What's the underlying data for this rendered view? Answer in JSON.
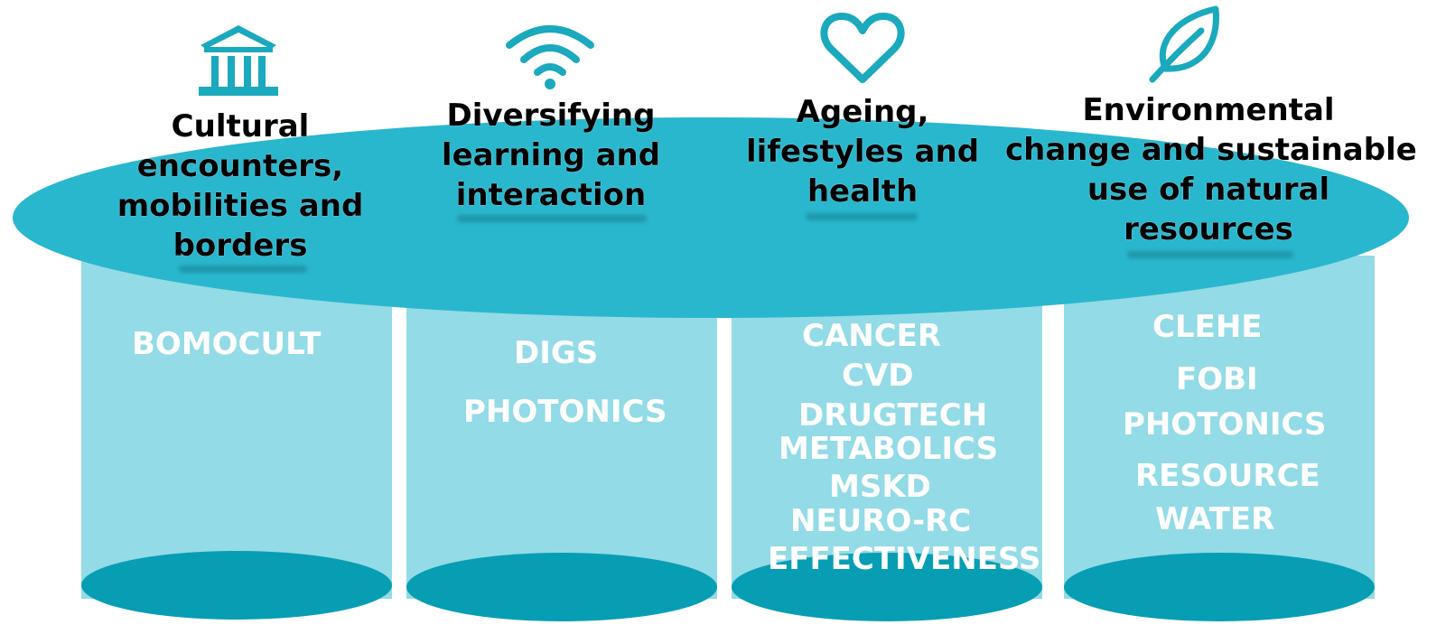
{
  "colors": {
    "band": "#29b7cd",
    "pillar": "#93dbe6",
    "pillar_base": "#079eb4",
    "icon": "#1aa9bd",
    "title_text": "#000000",
    "project_text": "#ffffff"
  },
  "pillars": [
    {
      "icon": "museum-icon",
      "title_lines": [
        "Cultural",
        "encounters,",
        "mobilities and",
        "borders"
      ],
      "projects": [
        "BOMOCULT"
      ]
    },
    {
      "icon": "wifi-icon",
      "title_lines": [
        "Diversifying",
        "learning and",
        "interaction"
      ],
      "projects": [
        "DIGS",
        "PHOTONICS"
      ]
    },
    {
      "icon": "heart-icon",
      "title_lines": [
        "Ageing,",
        "lifestyles and",
        "health"
      ],
      "projects": [
        "CANCER",
        "CVD",
        "DRUGTECH",
        "METABOLICS",
        "MSKD",
        "NEURO-RC",
        "EFFECTIVENESS"
      ]
    },
    {
      "icon": "leaf-icon",
      "title_lines": [
        "Environmental",
        "change and sustainable",
        "use of natural",
        "resources"
      ],
      "projects": [
        "CLEHE",
        "FOBI",
        "PHOTONICS",
        "RESOURCE",
        "WATER"
      ]
    }
  ]
}
